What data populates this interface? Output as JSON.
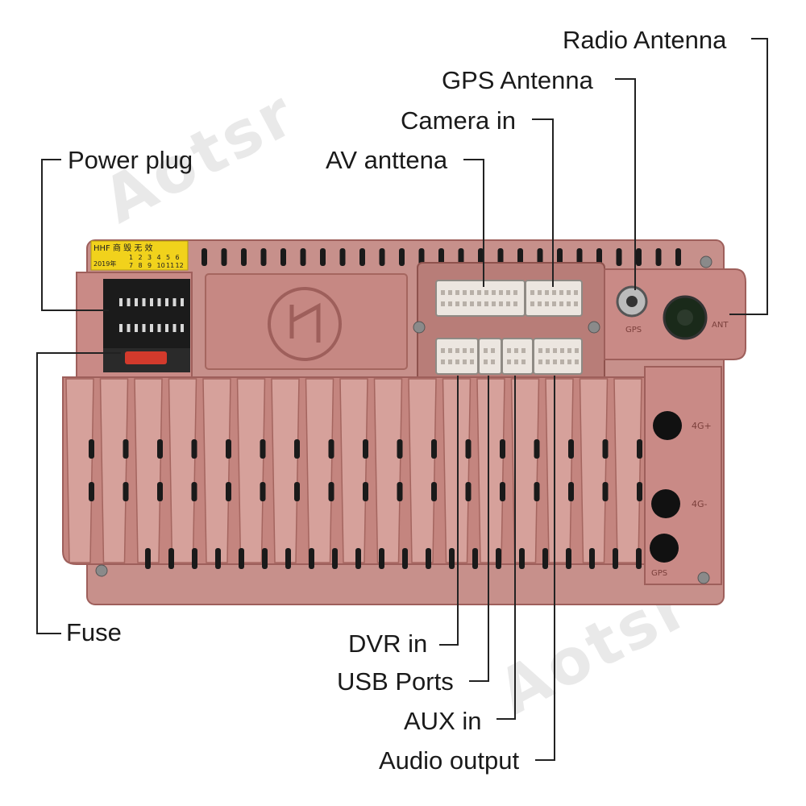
{
  "labels": {
    "radio_antenna": "Radio Antenna",
    "gps_antenna": "GPS Antenna",
    "camera_in": "Camera in",
    "av_antenna": "AV anttena",
    "power_plug": "Power plug",
    "fuse": "Fuse",
    "dvr_in": "DVR in",
    "usb_ports": "USB Ports",
    "aux_in": "AUX in",
    "audio_output": "Audio output"
  },
  "sticker": {
    "line1": "HHF 商 毁 无 效",
    "year": "2019年",
    "row1": [
      "1",
      "2",
      "3",
      "4",
      "5",
      "6"
    ],
    "row2": [
      "7",
      "8",
      "9",
      "10",
      "11",
      "12"
    ]
  },
  "panel_marks": {
    "gps": "GPS",
    "ant": "ANT",
    "4g_plus": "4G+",
    "4g_minus": "4G-",
    "gps_lower": "GPS"
  },
  "watermark": "Aotsr",
  "colors": {
    "body": "#c98a86",
    "body_dark": "#9e5f5b",
    "body_light": "#e4b3ae",
    "connector": "#ece6e0",
    "leader": "#222222"
  }
}
